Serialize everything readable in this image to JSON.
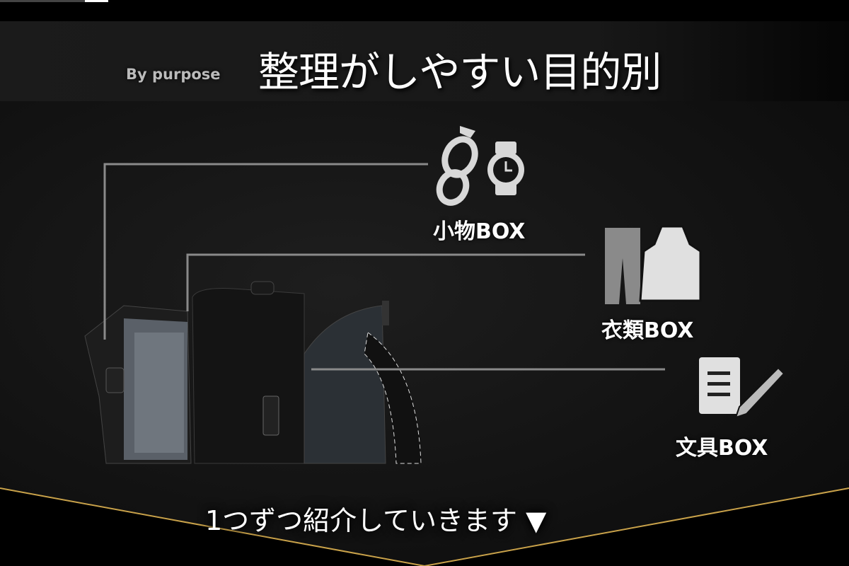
{
  "header": {
    "subtitle": "By purpose",
    "title": "整理がしやすい目的別"
  },
  "compartments": [
    {
      "label": "小物BOX",
      "icon": "glasses-watch-icon"
    },
    {
      "label": "衣類BOX",
      "icon": "clothes-icon"
    },
    {
      "label": "文具BOX",
      "icon": "notebook-pen-icon"
    }
  ],
  "footer": {
    "cta": "1つずつ紹介していきます ▼"
  },
  "colors": {
    "accent_gold": "#c9a24a",
    "banner": "#1b1b1b"
  }
}
